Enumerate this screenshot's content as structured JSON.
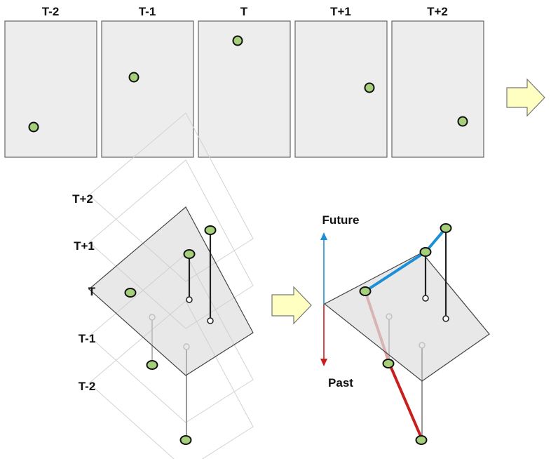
{
  "frames": [
    {
      "label": "T-2"
    },
    {
      "label": "T-1"
    },
    {
      "label": "T"
    },
    {
      "label": "T+1"
    },
    {
      "label": "T+2"
    }
  ],
  "stack_labels": [
    "T+2",
    "T+1",
    "T",
    "T-1",
    "T-2"
  ],
  "time_axis": {
    "future_label": "Future",
    "past_label": "Past"
  },
  "colors": {
    "frame_fill": "#ededed",
    "frame_stroke": "#666666",
    "point_fill": "#a6cf7a",
    "future_line": "#1d8fd6",
    "past_line": "#c81e1e",
    "arrow_fill": "#ffffc2",
    "arrow_stroke": "#777777"
  }
}
